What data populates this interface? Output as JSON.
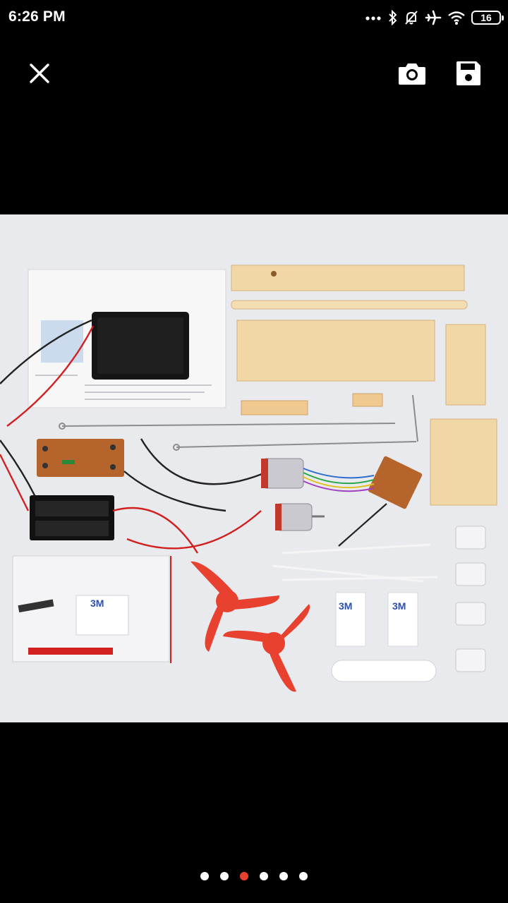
{
  "status_bar": {
    "time": "6:26 PM",
    "battery_level": "16",
    "icons": [
      "more-dots-icon",
      "bluetooth-icon",
      "bell-off-icon",
      "airplane-icon",
      "wifi-icon",
      "battery-icon"
    ]
  },
  "toolbar": {
    "icons": [
      "close-icon",
      "camera-icon",
      "save-icon"
    ]
  },
  "photo": {
    "tape_label": "3M",
    "colors": {
      "background": "#e9eaee",
      "wood": "#f1d6a6",
      "propeller": "#e8412f",
      "pcb": "#b5642c"
    }
  },
  "pager": {
    "count": 6,
    "active_index": 2,
    "colors": {
      "active": "#e8412f",
      "inactive": "#ffffff"
    }
  }
}
